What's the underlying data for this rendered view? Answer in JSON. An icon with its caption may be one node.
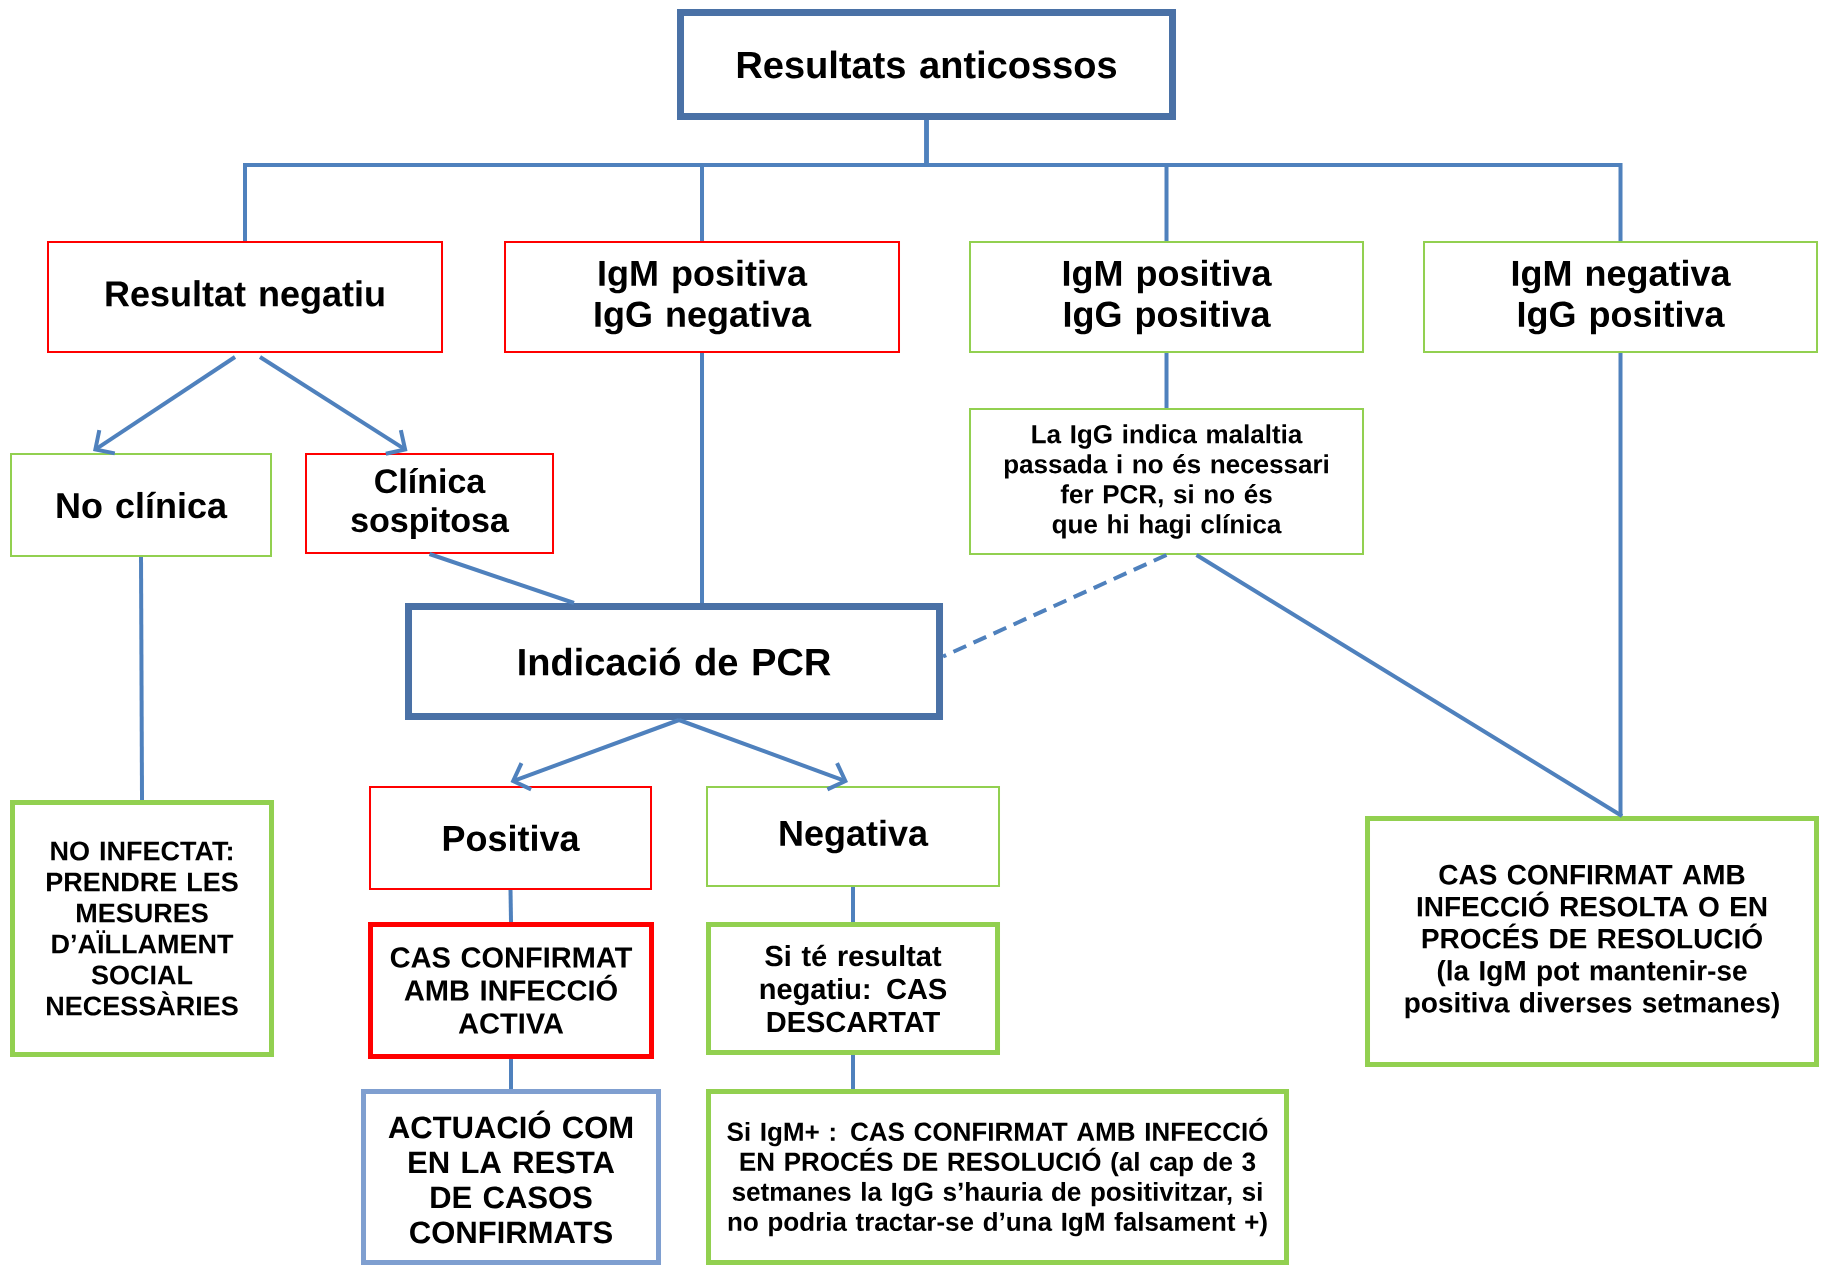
{
  "diagram": {
    "nodes": [
      {
        "text": [
          "Resultats anticossos"
        ]
      },
      {
        "text": [
          "Resultat negatiu"
        ]
      },
      {
        "text": [
          "IgM positiva IgG negativa"
        ]
      },
      {
        "text": [
          "IgM positiva IgG positiva"
        ]
      },
      {
        "text": [
          "IgM negativa IgG positiva"
        ]
      },
      {
        "text": [
          "No clínica"
        ]
      },
      {
        "text": [
          "Clínica sospitosa"
        ]
      },
      {
        "text": [
          "La IgG indica malaltia passada i no és necessari fer PCR, si no és que hi hagi clínica"
        ]
      },
      {
        "text": [
          "Indicació de PCR"
        ]
      },
      {
        "text": [
          "NO INFECTAT: PRENDRE LES MESURES D’AÏLLAMENT SOCIAL NECESSÀRIES"
        ]
      },
      {
        "text": [
          "Positiva"
        ]
      },
      {
        "text": [
          "Negativa"
        ]
      },
      {
        "text": [
          "CAS CONFIRMAT AMB INFECCIÓ ACTIVA"
        ]
      },
      {
        "text": [
          "Si té resultat negatiu: CAS DESCARTAT"
        ]
      },
      {
        "text": [
          "ACTUACIÓ COM EN LA RESTA DE CASOS CONFIRMATS"
        ]
      },
      {
        "text": [
          "Si IgM+ : CAS CONFIRMAT AMB INFECCIÓ EN PROCÉS DE RESOLUCIÓ (al cap de 3 setmanes la IgG s’hauria de positivitzar, si no podria tractar-se d’una IgM falsament +)"
        ]
      },
      {
        "text": [
          "CAS CONFIRMAT AMB INFECCIÓ RESOLTA O EN PROCÉS DE RESOLUCIÓ (la IgM pot mantenir-se positiva diverses setmanes)"
        ]
      }
    ],
    "edges": [
      {
        "from": 0,
        "to": 1,
        "arrow": "none"
      },
      {
        "from": 0,
        "to": 2,
        "arrow": "none"
      },
      {
        "from": 0,
        "to": 3,
        "arrow": "none"
      },
      {
        "from": 0,
        "to": 4,
        "arrow": "none"
      },
      {
        "from": 1,
        "to": 5,
        "arrow": "to"
      },
      {
        "from": 1,
        "to": 6,
        "arrow": "to"
      },
      {
        "from": 2,
        "to": 8,
        "arrow": "none"
      },
      {
        "from": 3,
        "to": 7,
        "arrow": "none"
      },
      {
        "from": 6,
        "to": 8,
        "arrow": "none"
      },
      {
        "from": 7,
        "to": 8,
        "arrow": "none",
        "style": "dashed"
      },
      {
        "from": 7,
        "to": 16,
        "arrow": "none"
      },
      {
        "from": 4,
        "to": 16,
        "arrow": "none"
      },
      {
        "from": 5,
        "to": 9,
        "arrow": "none"
      },
      {
        "from": 8,
        "to": 10,
        "arrow": "to"
      },
      {
        "from": 8,
        "to": 11,
        "arrow": "to"
      },
      {
        "from": 10,
        "to": 12,
        "arrow": "none"
      },
      {
        "from": 11,
        "to": 13,
        "arrow": "none"
      },
      {
        "from": 12,
        "to": 14,
        "arrow": "none"
      },
      {
        "from": 13,
        "to": 15,
        "arrow": "none"
      }
    ]
  }
}
